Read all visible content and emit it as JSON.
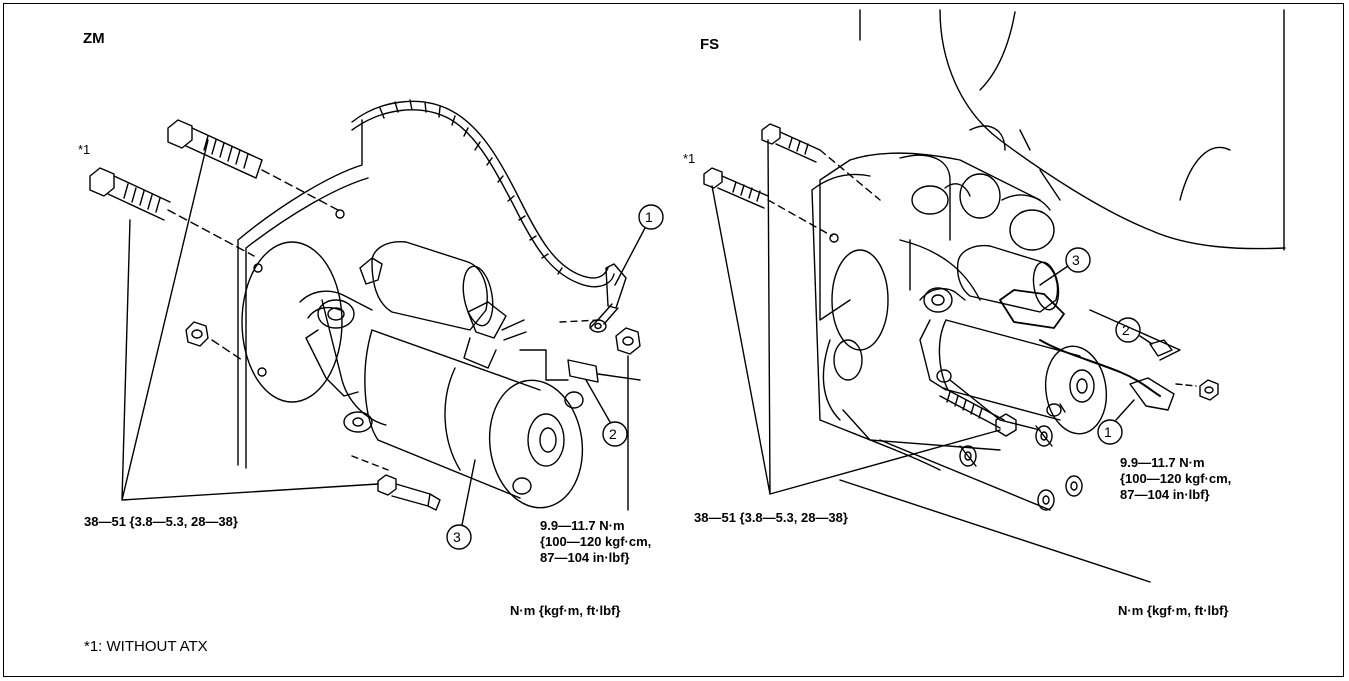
{
  "zm": {
    "title": "ZM",
    "star_label": "*1",
    "bolt_torque": "38—51 {3.8—5.3, 28—38}",
    "nut_torque_line1": "9.9—11.7 N·m",
    "nut_torque_line2": "{100—120 kgf·cm,",
    "nut_torque_line3": "87—104 in·lbf}",
    "units": "N·m {kgf·m, ft·lbf}",
    "callouts": [
      "1",
      "2",
      "3"
    ]
  },
  "fs": {
    "title": "FS",
    "star_label": "*1",
    "bolt_torque": "38—51 {3.8—5.3, 28—38}",
    "nut_torque_line1": "9.9—11.7 N·m",
    "nut_torque_line2": "{100—120 kgf·cm,",
    "nut_torque_line3": "87—104 in·lbf}",
    "units": "N·m {kgf·m, ft·lbf}",
    "callouts": [
      "1",
      "2",
      "3"
    ]
  },
  "footnote": "*1: WITHOUT ATX"
}
